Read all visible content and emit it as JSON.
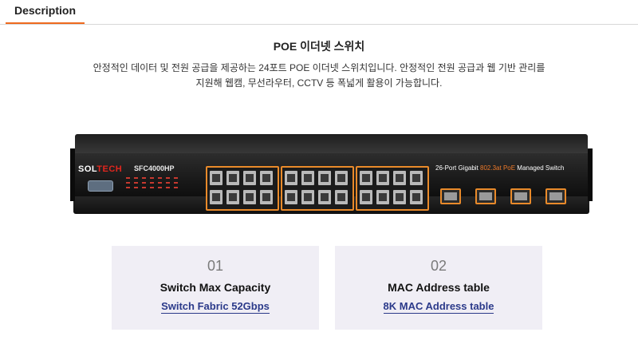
{
  "tab": {
    "label": "Description"
  },
  "title": "POE 이더넷 스위치",
  "description": {
    "line1": "안정적인 데이터 및 전원 공급을 제공하는 24포트 POE 이더넷 스위치입니다. 안정적인 전원 공급과 웹 기반 관리를",
    "line2": "지원해 웹캠, 무선라우터, CCTV 등 폭넓게 활용이 가능합니다."
  },
  "device": {
    "brand_part1": "SOL",
    "brand_part2": "TECH",
    "model": "SFC4000HP",
    "caption_pre": "26-Port Gigabit ",
    "caption_hl": "802.3at PoE",
    "caption_post": " Managed Switch"
  },
  "cards": [
    {
      "number": "01",
      "title": "Switch Max Capacity",
      "value": "Switch Fabric 52Gbps"
    },
    {
      "number": "02",
      "title": "MAC Address table",
      "value": "8K MAC Address table"
    }
  ],
  "colors": {
    "accent": "#ee6a1f",
    "card_bg": "#f0eef5",
    "link": "#2b3a8a",
    "brand_red": "#e2261e"
  }
}
